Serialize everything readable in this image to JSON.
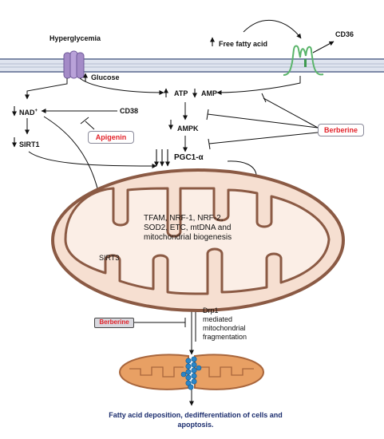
{
  "labels": {
    "hyperglycemia": "Hyperglycemia",
    "glucose": "Glucose",
    "free_fatty_acid": "Free fatty acid",
    "cd36": "CD36",
    "atp": "ATP",
    "amp": "AMP",
    "nad": "NAD",
    "nad_sup": "+",
    "cd38": "CD38",
    "ampk": "AMPK",
    "sirt1": "SIRT1",
    "pgc1a": "PGC1-α",
    "apigenin": "Apigenin",
    "berberine": "Berberine",
    "sirt3": "SIRT3",
    "mito_line1": "TFAM, NRF-1, NRF-2,",
    "mito_line2": "SOD2, ETC, mtDNA and",
    "mito_line3": "mitochondrial biogenesis",
    "drp1_line1": "Drp1",
    "drp1_line2": "mediated",
    "drp1_line3": "mitochondrial",
    "drp1_line4": "fragmentation",
    "outcome_line1": "Fatty acid deposition, dedifferentiation of cells and",
    "outcome_line2": "apoptosis."
  },
  "colors": {
    "membrane": "#c9d1e3",
    "membrane_line": "#7e8aa8",
    "channel": "#a48bc7",
    "cd36_protein": "#5bb56b",
    "mito_outer": "#8b5a44",
    "mito_inner_fill": "#fbeee6",
    "mito_outer_fill": "#f6dfd1",
    "fragment_fill": "#e8a064",
    "fragment_stroke": "#a9663c",
    "drp1": "#2a86c9",
    "inhibitor_red": "#e3222a",
    "outcome_text": "#1b2d6e"
  }
}
